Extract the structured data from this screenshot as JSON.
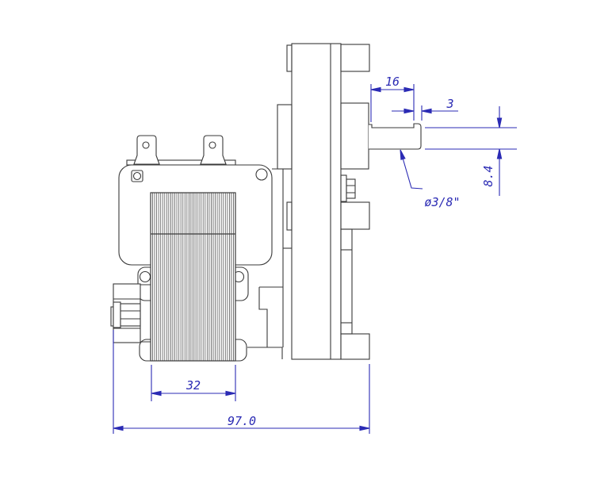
{
  "drawing": {
    "kind": "technical-drawing",
    "subject": "gear motor side view",
    "colors": {
      "line": "#3a3a3a",
      "dimension": "#2b2bb4",
      "background": "#ffffff"
    }
  },
  "dimensions": {
    "shaft_flat_length": "16",
    "shaft_tip_length": "3",
    "shaft_across_flat": "8.4",
    "shaft_diameter_label": "ø3/8\"",
    "stator_stack_width": "32",
    "overall_length": "97.0"
  }
}
